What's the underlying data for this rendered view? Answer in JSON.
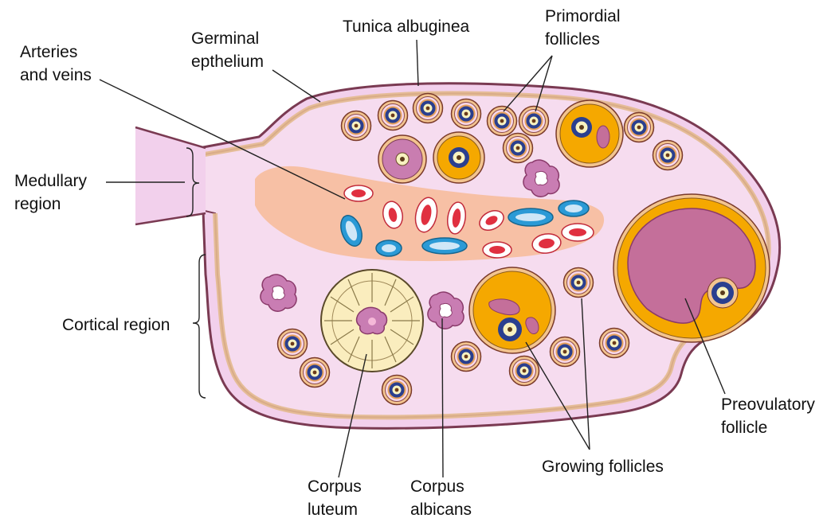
{
  "labels": {
    "germinal_1": "Germinal",
    "germinal_2": "epthelium",
    "tunica": "Tunica albuginea",
    "primordial_1": "Primordial",
    "primordial_2": "follicles",
    "arteries_1": "Arteries",
    "arteries_2": "and veins",
    "medullary_1": "Medullary",
    "medullary_2": "region",
    "cortical": "Cortical region",
    "preovulatory_1": "Preovulatory",
    "preovulatory_2": "follicle",
    "growing": "Growing follicles",
    "luteum_1": "Corpus",
    "luteum_2": "luteum",
    "albicans_1": "Corpus",
    "albicans_2": "albicans"
  },
  "colors": {
    "stroma": "#f6dcef",
    "capsule": "#e3b98e",
    "outline": "#8a3a5a",
    "medulla": "#f7c0a5",
    "granulosa": "#f5a800",
    "antrum": "#c46f9a",
    "oocyte_ring": "#1a3a8a",
    "artery_fill": "#e03040",
    "vein_fill": "#2b9ad6",
    "vessel_lumen": "#cfe7f7",
    "luteum": "#faedbe",
    "albicans": "#c87bb0"
  }
}
